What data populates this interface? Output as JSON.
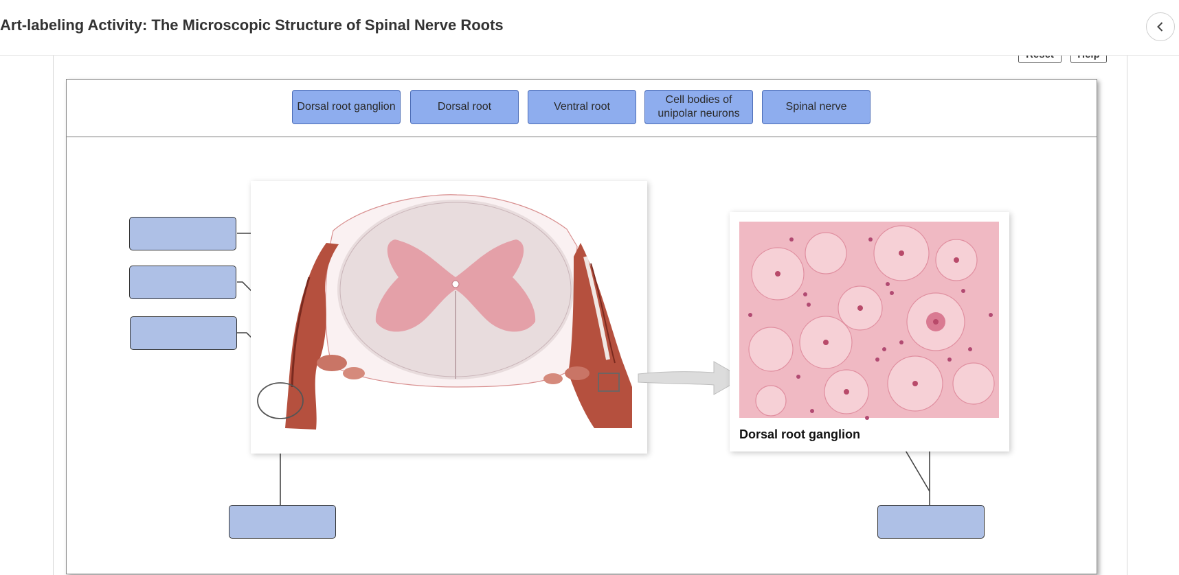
{
  "page": {
    "title": "Art-labeling Activity: The Microscopic Structure of Spinal Nerve Roots",
    "back_icon": "chevron-left-icon"
  },
  "toolbar": {
    "reset_label": "Reset",
    "help_label": "Help"
  },
  "label_bank": [
    {
      "text": "Dorsal root ganglion"
    },
    {
      "text": "Dorsal root"
    },
    {
      "text": "Ventral root"
    },
    {
      "text": "Cell bodies of unipolar neurons"
    },
    {
      "text": "Spinal nerve"
    }
  ],
  "figure": {
    "caption": "Dorsal root ganglion"
  },
  "colors": {
    "chip": "#8eadee",
    "slot": "#aec0e6",
    "stain_pink": "#e9a3b4",
    "muscle": "#b5503e"
  }
}
